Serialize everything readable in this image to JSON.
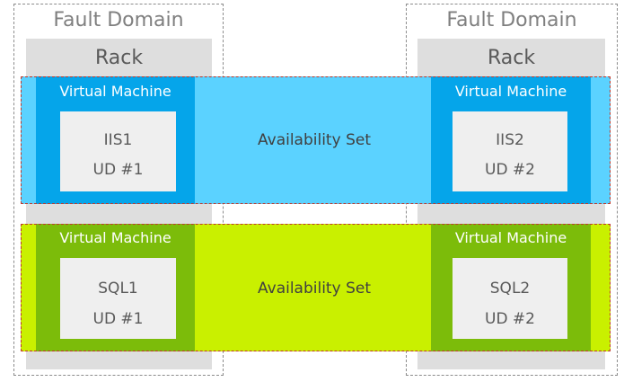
{
  "fault_domains": [
    {
      "title": "Fault Domain",
      "rack": "Rack"
    },
    {
      "title": "Fault Domain",
      "rack": "Rack"
    }
  ],
  "availability_sets": [
    {
      "label": "Availability Set",
      "color": "#5bd2ff",
      "vm_color": "#05a5ea",
      "vms": [
        {
          "header": "Virtual Machine",
          "name": "IIS1",
          "ud": "UD #1"
        },
        {
          "header": "Virtual Machine",
          "name": "IIS2",
          "ud": "UD #2"
        }
      ]
    },
    {
      "label": "Availability Set",
      "color": "#c9f000",
      "vm_color": "#7cbc0a",
      "vms": [
        {
          "header": "Virtual Machine",
          "name": "SQL1",
          "ud": "UD #1"
        },
        {
          "header": "Virtual Machine",
          "name": "SQL2",
          "ud": "UD #2"
        }
      ]
    }
  ],
  "outline_color": "#c0392b"
}
